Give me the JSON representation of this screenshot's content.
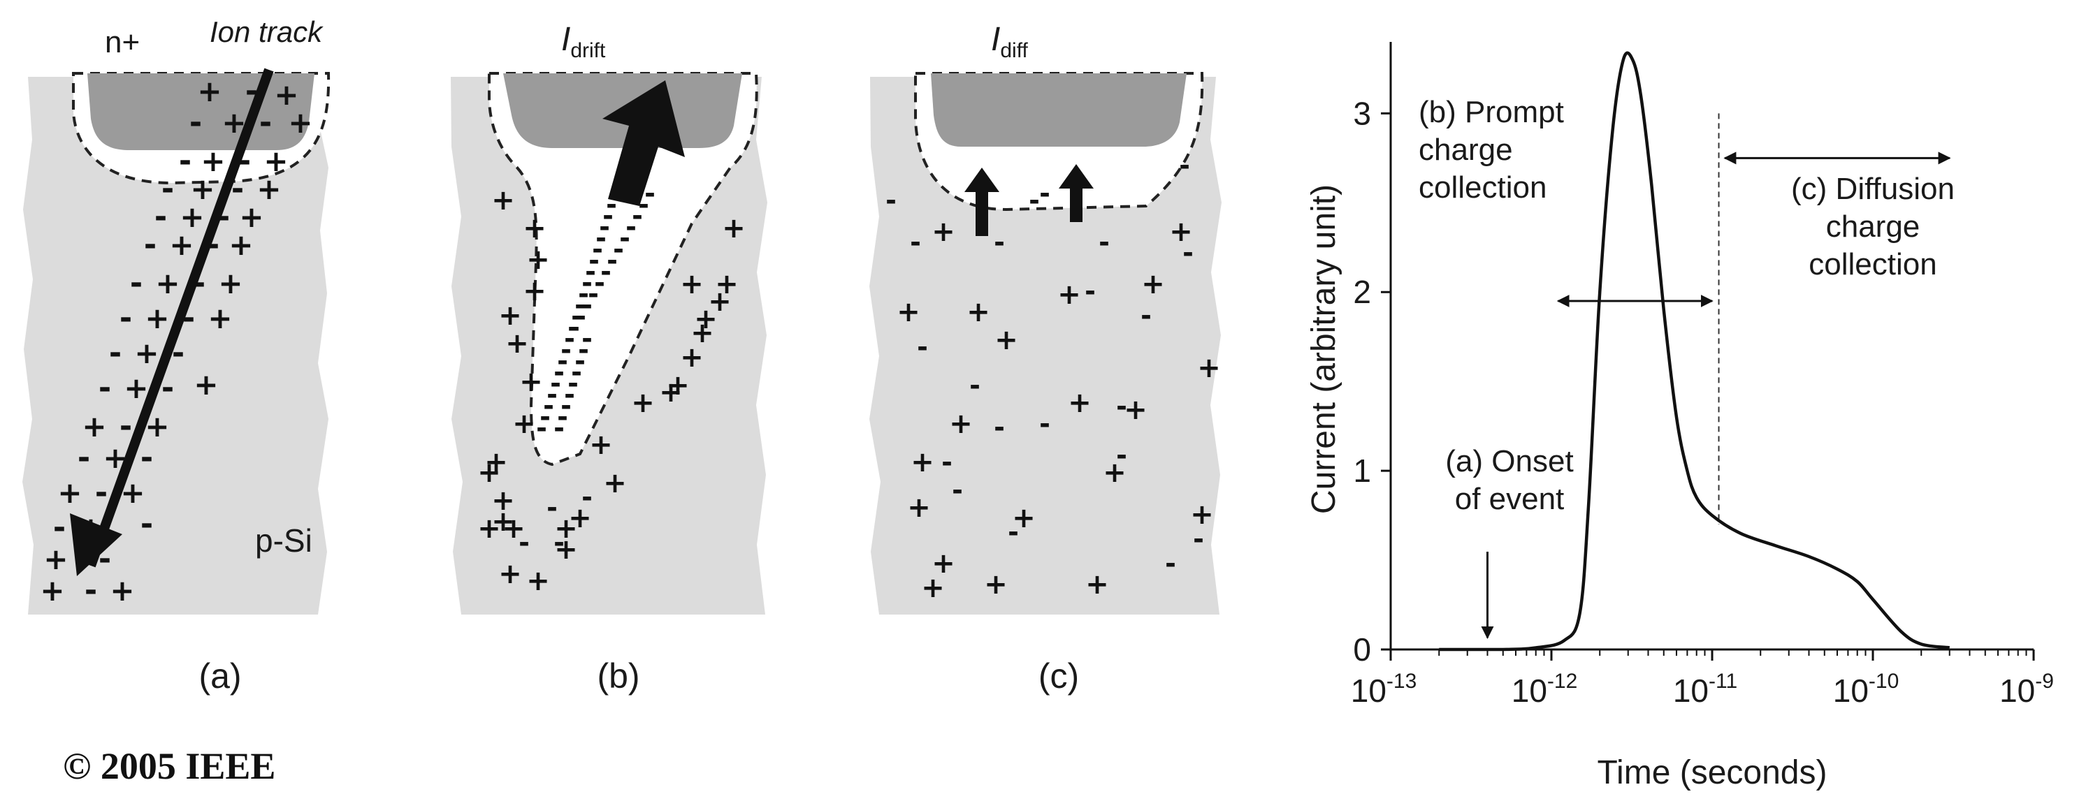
{
  "panels": [
    {
      "id": "a",
      "caption": "(a)",
      "top_labels": {
        "left": "n+",
        "right": "Ion track"
      },
      "region_label": "p-Si"
    },
    {
      "id": "b",
      "caption": "(b)",
      "current_symbol": "I",
      "current_subscript": "drift"
    },
    {
      "id": "c",
      "caption": "(c)",
      "current_symbol": "I",
      "current_subscript": "diff"
    }
  ],
  "copyright": "© 2005 IEEE",
  "chart_data": {
    "type": "line",
    "title": "",
    "xlabel": "Time (seconds)",
    "ylabel": "Current (arbitrary unit)",
    "x_scale": "log",
    "xlim": [
      1e-13,
      1e-09
    ],
    "ylim": [
      0,
      3.4
    ],
    "x_ticks": [
      {
        "base": "10",
        "exp": "-13"
      },
      {
        "base": "10",
        "exp": "-12"
      },
      {
        "base": "10",
        "exp": "-11"
      },
      {
        "base": "10",
        "exp": "-10"
      },
      {
        "base": "10",
        "exp": "-9"
      }
    ],
    "y_ticks": [
      "0",
      "1",
      "2",
      "3"
    ],
    "series": [
      {
        "x": [
          2e-13,
          5e-13,
          8e-13,
          1.2e-12,
          1.5e-12,
          1.7e-12,
          2e-12,
          2.4e-12,
          2.8e-12,
          3.2e-12,
          3.6e-12,
          4.2e-12,
          5e-12,
          6e-12,
          7e-12,
          8e-12,
          1e-11,
          1.5e-11,
          2.5e-11,
          4e-11,
          6e-11,
          8e-11,
          1e-10,
          1.5e-10,
          2e-10,
          3e-10
        ],
        "y": [
          0,
          0,
          0.01,
          0.05,
          0.2,
          0.8,
          2.0,
          2.9,
          3.3,
          3.3,
          3.1,
          2.6,
          1.9,
          1.3,
          1.0,
          0.85,
          0.75,
          0.65,
          0.58,
          0.52,
          0.45,
          0.38,
          0.28,
          0.1,
          0.03,
          0.01
        ]
      }
    ],
    "annotations": [
      {
        "text_lines": [
          "(a) Onset",
          "of event"
        ],
        "x": 4e-13,
        "y": 0.05,
        "arrow": "down"
      },
      {
        "text_lines": [
          "(b) Prompt",
          "charge",
          "collection"
        ],
        "span": [
          1.1e-12,
          1e-11
        ],
        "y": 1.95,
        "arrow": "both"
      },
      {
        "text_lines": [
          "(c) Diffusion",
          "charge",
          "collection"
        ],
        "span": [
          1.2e-11,
          3e-10
        ],
        "y": 2.75,
        "arrow": "both"
      }
    ],
    "reference_line": {
      "x": 1.1e-11,
      "style": "dashed"
    }
  }
}
